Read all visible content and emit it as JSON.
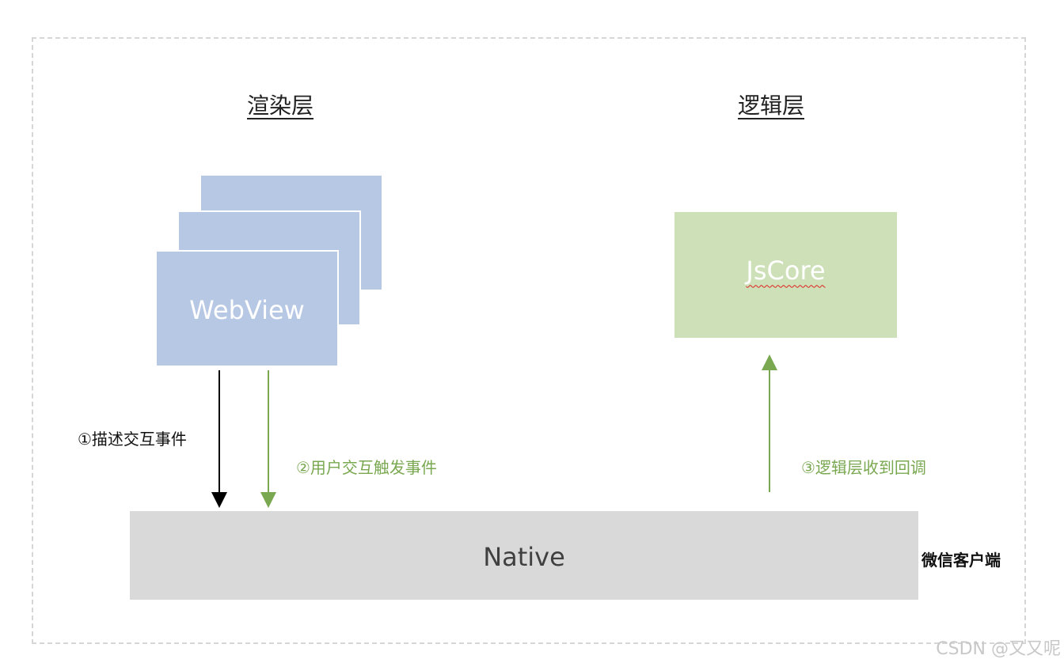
{
  "titles": {
    "render_layer": "渲染层",
    "logic_layer": "逻辑层"
  },
  "boxes": {
    "webview": "WebView",
    "jscore": "JsCore",
    "native": "Native",
    "client": "微信客户端"
  },
  "arrows": {
    "describe_interaction": "①描述交互事件",
    "user_trigger": "②用户交互触发事件",
    "logic_callback": "③逻辑层收到回调"
  },
  "colors": {
    "webview": "#b7c8e4",
    "jscore": "#cde0b8",
    "native": "#d9d9d9",
    "green_arrow": "#79a851",
    "black_arrow": "#000000"
  },
  "watermark": "CSDN @又又呢"
}
